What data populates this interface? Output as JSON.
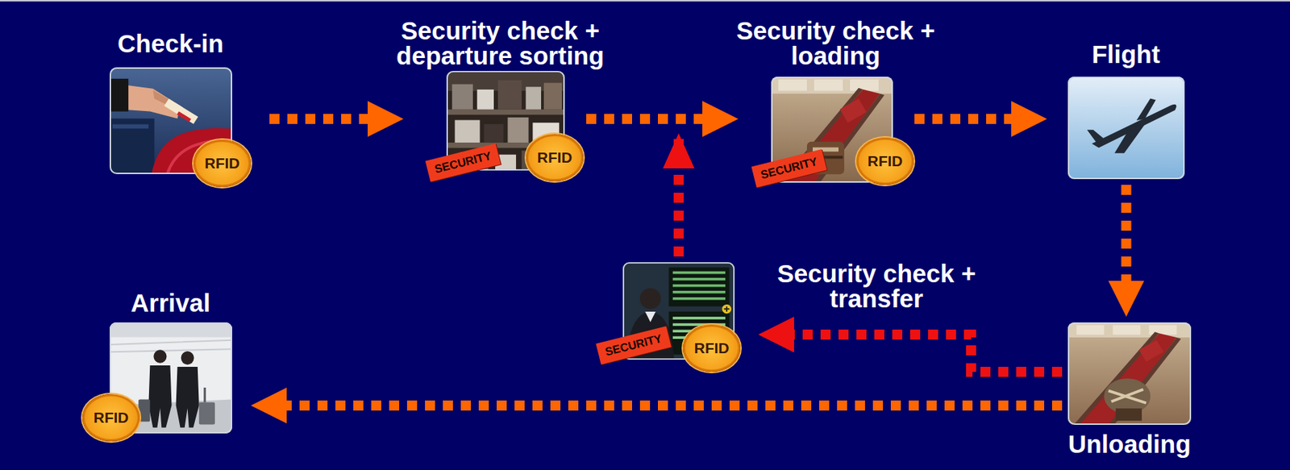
{
  "diagram": {
    "nodes": [
      {
        "text": [
          "Check-in",
          "RFID"
        ]
      },
      {
        "text": [
          "Security check + departure sorting",
          "SECURITY",
          "RFID"
        ]
      },
      {
        "text": [
          "Security check + loading",
          "SECURITY",
          "RFID"
        ]
      },
      {
        "text": [
          "Flight"
        ]
      },
      {
        "text": [
          "Unloading"
        ]
      },
      {
        "text": [
          "Security check + transfer",
          "SECURITY",
          "RFID"
        ]
      },
      {
        "text": [
          "Arrival",
          "RFID"
        ]
      }
    ],
    "edges": [
      {
        "from": 0,
        "to": 1,
        "arrow": "to"
      },
      {
        "from": 1,
        "to": 2,
        "arrow": "to"
      },
      {
        "from": 2,
        "to": 3,
        "arrow": "to"
      },
      {
        "from": 3,
        "to": 4,
        "arrow": "to"
      },
      {
        "from": 4,
        "to": 6,
        "arrow": "to"
      },
      {
        "from": 4,
        "to": 5,
        "arrow": "to"
      },
      {
        "from": 5,
        "to": 2,
        "arrow": "to"
      }
    ]
  }
}
